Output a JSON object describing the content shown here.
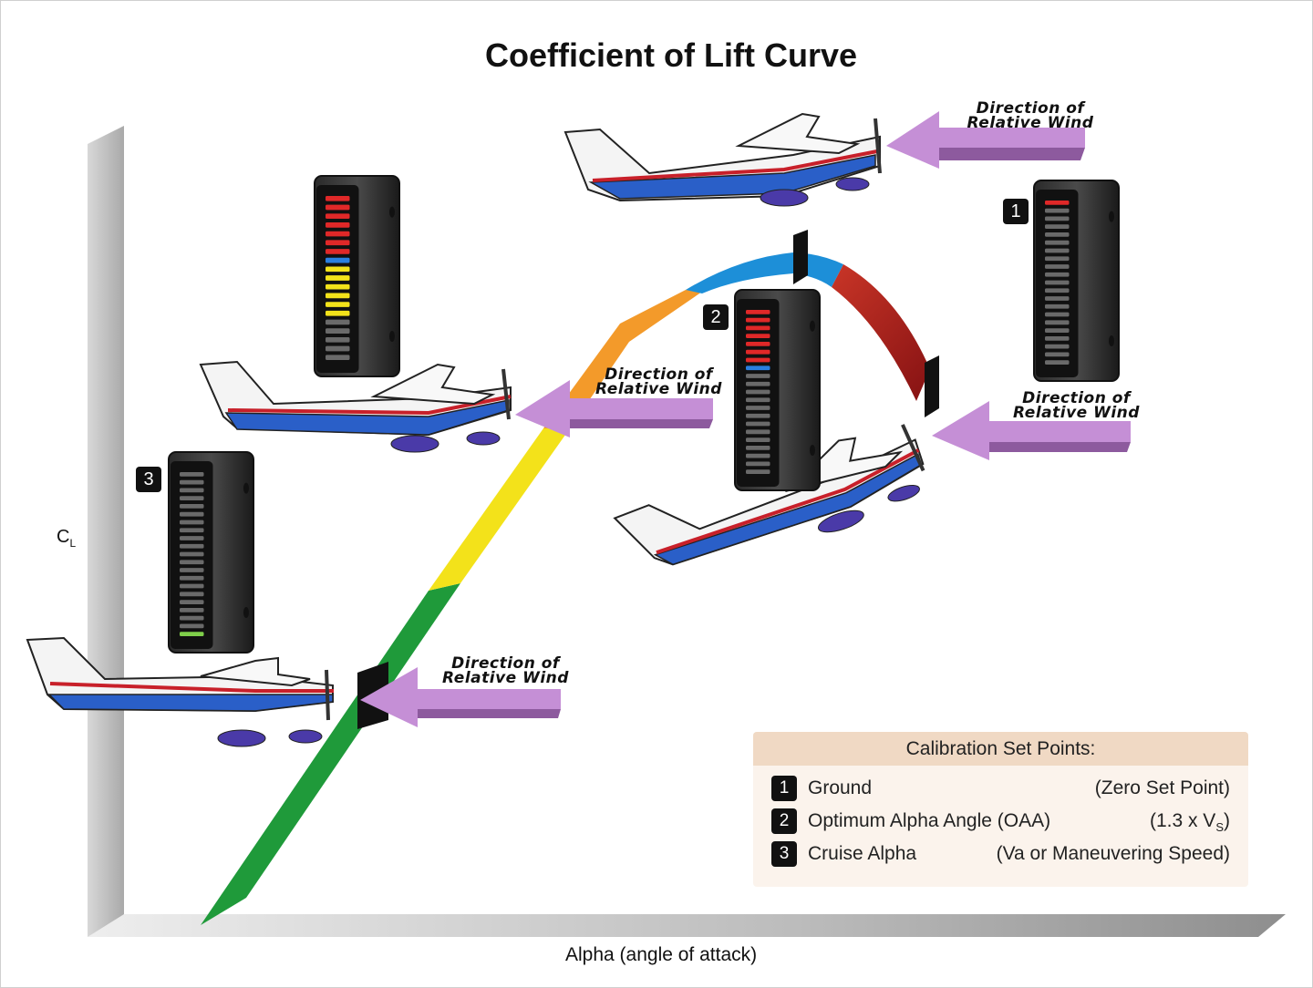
{
  "title": "Coefficient of Lift Curve",
  "y_axis_label": "C",
  "y_axis_subscript": "L",
  "x_axis_label": "Alpha (angle of attack)",
  "wind_label_line1": "Direction of",
  "wind_label_line2": "Relative Wind",
  "badges": [
    "1",
    "2",
    "3"
  ],
  "legend": {
    "heading": "Calibration Set Points:",
    "items": [
      {
        "num": "1",
        "label": "Ground",
        "value": "(Zero Set Point)"
      },
      {
        "num": "2",
        "label": "Optimum Alpha Angle (OAA)",
        "value_pre": "(1.3 x V",
        "value_sub": "S",
        "value_post": ")"
      },
      {
        "num": "3",
        "label": "Cruise Alpha",
        "value": "(Va or Maneuvering Speed)"
      }
    ]
  },
  "colors": {
    "curve_green": "#1f9a3a",
    "curve_yellow": "#f3e21a",
    "curve_orange": "#f39a2a",
    "curve_blue": "#1d8fd8",
    "curve_red": "#a81c1c",
    "arrow": "#c58fd6",
    "legend_head": "#f0d9c4",
    "legend_body": "#fbf3ec"
  },
  "indicators": [
    {
      "badge": "",
      "lit": [
        "red",
        "red",
        "red",
        "red",
        "red",
        "red",
        "red",
        "blue",
        "yellow",
        "yellow",
        "yellow",
        "yellow",
        "yellow",
        "yellow",
        "off",
        "off",
        "off",
        "off",
        "off"
      ]
    },
    {
      "badge": "1",
      "lit": [
        "red",
        "off",
        "off",
        "off",
        "off",
        "off",
        "off",
        "off",
        "off",
        "off",
        "off",
        "off",
        "off",
        "off",
        "off",
        "off",
        "off",
        "off",
        "off",
        "off",
        "off"
      ]
    },
    {
      "badge": "2",
      "lit": [
        "red",
        "red",
        "red",
        "red",
        "red",
        "red",
        "red",
        "blue",
        "off",
        "off",
        "off",
        "off",
        "off",
        "off",
        "off",
        "off",
        "off",
        "off",
        "off",
        "off",
        "off"
      ]
    },
    {
      "badge": "3",
      "lit": [
        "off",
        "off",
        "off",
        "off",
        "off",
        "off",
        "off",
        "off",
        "off",
        "off",
        "off",
        "off",
        "off",
        "off",
        "off",
        "off",
        "off",
        "off",
        "off",
        "off",
        "green"
      ]
    }
  ]
}
